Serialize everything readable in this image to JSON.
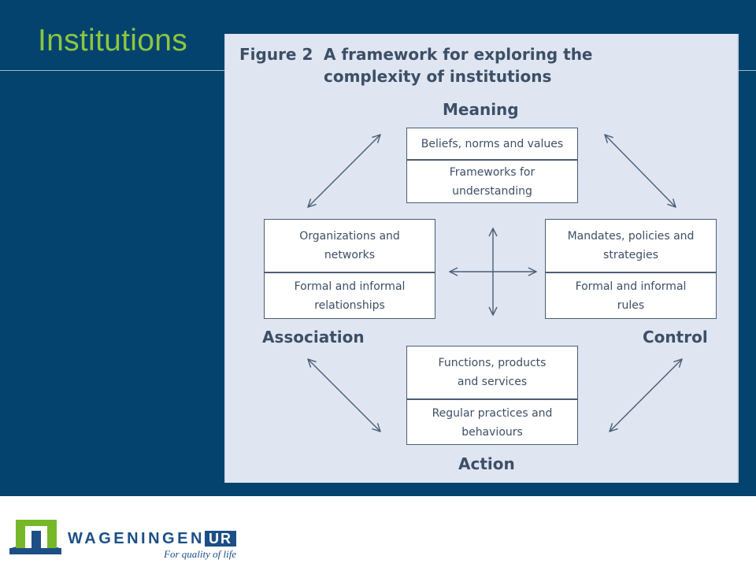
{
  "slide": {
    "title": "Institutions"
  },
  "figure": {
    "label": "Figure 2",
    "caption": "A framework for exploring the complexity of institutions",
    "dimensions": {
      "meaning": "Meaning",
      "association": "Association",
      "control": "Control",
      "action": "Action"
    },
    "boxes": {
      "meaning": {
        "top": "Beliefs, norms and values",
        "bottom": "Frameworks for\nunderstanding"
      },
      "association": {
        "top": "Organizations and\nnetworks",
        "bottom": "Formal and informal\nrelationships"
      },
      "control": {
        "top": "Mandates, policies and\nstrategies",
        "bottom": "Formal and informal\nrules"
      },
      "action": {
        "top": "Functions, products\nand services",
        "bottom": "Regular practices and\nbehaviours"
      }
    }
  },
  "footer": {
    "logo_text": "WAGENINGEN",
    "logo_ur": "UR",
    "tagline": "For quality of life"
  },
  "colors": {
    "slide_background": "#05436f",
    "title_green": "#8dc63f",
    "figure_background": "#dfe6f2",
    "figure_text": "#3d4f66",
    "logo_blue": "#1c4f86",
    "logo_green": "#76b82a"
  }
}
